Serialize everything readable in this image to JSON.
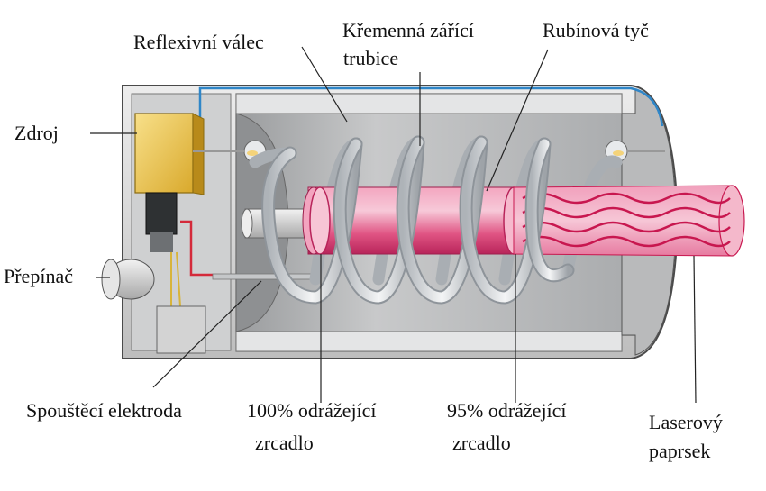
{
  "labels": {
    "reflexivni_valec": "Reflexivní válec",
    "kremenna_line1": "Křemenná zářící",
    "kremenna_line2": "trubice",
    "rubinova_tyc": "Rubínová tyč",
    "zdroj": "Zdroj",
    "prepinac": "Přepínač",
    "spousteci_elektroda": "Spouštěcí elektroda",
    "zrcadlo100_line1": "100% odrážející",
    "zrcadlo100_line2": "zrcadlo",
    "zrcadlo95_line1": "95% odrážející",
    "zrcadlo95_line2": "zrcadlo",
    "laser_line1": "Laserový",
    "laser_line2": "paprsek"
  },
  "colors": {
    "housing": "#dedfe0",
    "housing_edge": "#4a4a4a",
    "power_box": "#f3d25e",
    "ruby": "#e2457a",
    "beam": "#c8174f",
    "coil": "#c7cbd0",
    "wire_blue": "#2f86c8",
    "wire_red": "#d42a3a"
  }
}
